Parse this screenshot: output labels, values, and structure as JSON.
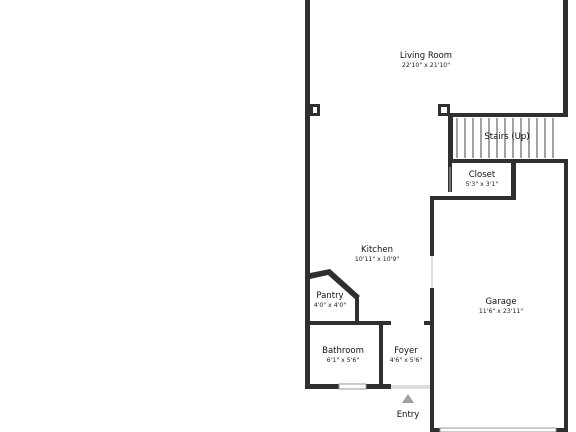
{
  "rooms": {
    "living_room": {
      "name": "Living Room",
      "dims": "22'10\" x 21'10\""
    },
    "stairs": {
      "name": "Stairs (Up)"
    },
    "closet": {
      "name": "Closet",
      "dims": "5'3\" x 3'1\""
    },
    "kitchen": {
      "name": "Kitchen",
      "dims": "10'11\" x 10'9\""
    },
    "pantry": {
      "name": "Pantry",
      "dims": "4'0\" x 4'0\""
    },
    "garage": {
      "name": "Garage",
      "dims": "11'6\" x 23'11\""
    },
    "bathroom": {
      "name": "Bathroom",
      "dims": "6'1\" x 5'6\""
    },
    "foyer": {
      "name": "Foyer",
      "dims": "4'6\" x 5'6\""
    }
  },
  "entry": {
    "label": "Entry"
  },
  "colors": {
    "wall": "#2f2f2f",
    "background": "#ffffff",
    "entry_arrow": "#9e9e9e"
  }
}
